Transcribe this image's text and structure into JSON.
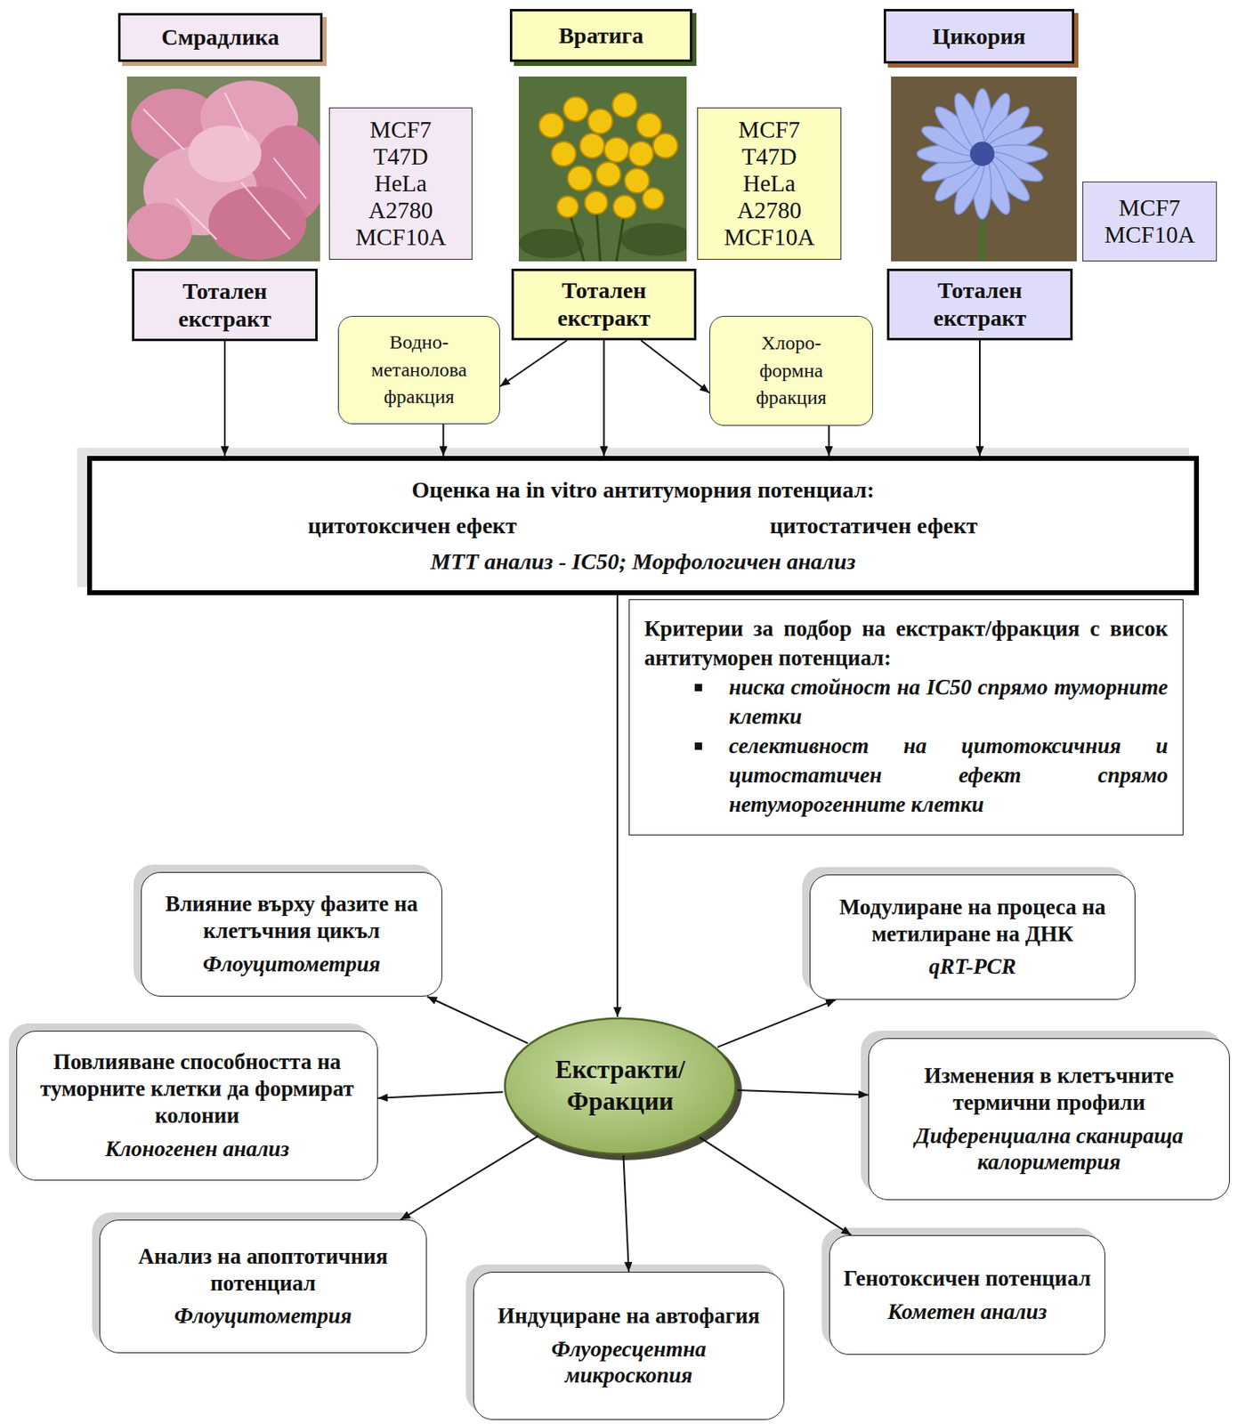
{
  "diagram": {
    "nodes": [
      {
        "text": [
          "Смрадлика"
        ]
      },
      {
        "text": [
          "MCF7 T47D HeLa A2780 MCF10A"
        ]
      },
      {
        "text": [
          "Вратига"
        ]
      },
      {
        "text": [
          "MCF7 T47D HeLa A2780 MCF10A"
        ]
      },
      {
        "text": [
          "Цикория"
        ]
      },
      {
        "text": [
          "MCF7 MCF10A"
        ]
      },
      {
        "text": [
          "Тотален екстракт"
        ]
      },
      {
        "text": [
          "Тотален екстракт"
        ]
      },
      {
        "text": [
          "Водно- метанолова фракция"
        ]
      },
      {
        "text": [
          "Хлоро- формна фракция"
        ]
      },
      {
        "text": [
          "Тотален екстракт"
        ]
      },
      {
        "text": [
          "Оценка на in vitro антитуморния потенциал:",
          "цитотоксичен ефект",
          "цитостатичен ефект",
          "МТТ анализ - IC50; Морфологичен анализ"
        ]
      },
      {
        "text": [
          "Критерии за подбор на екстракт/фракция с висок антитуморен потенциал:",
          "ниска стойност на IC50 спрямо туморните клетки",
          "селективност на цитотоксичния и цитостатичен ефект спрямо нетуморогенните клетки"
        ]
      },
      {
        "text": [
          "Екстракти/ Фракции"
        ]
      },
      {
        "text": [
          "Влияние върху фазите на клетъчния цикъл",
          "Флоуцитометрия"
        ]
      },
      {
        "text": [
          "Модулиране на процеса на метилиране на ДНК",
          "qRT-PCR"
        ]
      },
      {
        "text": [
          "Повлияване способността на туморните клетки да формират колонии",
          "Клоногенен анализ"
        ]
      },
      {
        "text": [
          "Изменения в клетъчните термични профили",
          "Диференциална сканираща калориметрия"
        ]
      },
      {
        "text": [
          "Анализ на апоптотичния потенциал",
          "Флоуцитометрия"
        ]
      },
      {
        "text": [
          "Генотоксичен потенциал",
          "Кометен анализ"
        ]
      },
      {
        "text": [
          "Индуциране на автофагия",
          "Флуоресцентна микроскопия"
        ]
      }
    ],
    "edges": [
      {
        "from": 6,
        "to": 11,
        "arrow": "to"
      },
      {
        "from": 7,
        "to": 8,
        "arrow": "to"
      },
      {
        "from": 7,
        "to": 11,
        "arrow": "to"
      },
      {
        "from": 7,
        "to": 9,
        "arrow": "to"
      },
      {
        "from": 8,
        "to": 11,
        "arrow": "to"
      },
      {
        "from": 9,
        "to": 11,
        "arrow": "to"
      },
      {
        "from": 10,
        "to": 11,
        "arrow": "to"
      },
      {
        "from": 11,
        "to": 13,
        "arrow": "to"
      },
      {
        "from": 13,
        "to": 14,
        "arrow": "to"
      },
      {
        "from": 13,
        "to": 15,
        "arrow": "to"
      },
      {
        "from": 13,
        "to": 16,
        "arrow": "to"
      },
      {
        "from": 13,
        "to": 17,
        "arrow": "to"
      },
      {
        "from": 13,
        "to": 18,
        "arrow": "to"
      },
      {
        "from": 13,
        "to": 19,
        "arrow": "to"
      },
      {
        "from": 13,
        "to": 20,
        "arrow": "to"
      }
    ]
  }
}
